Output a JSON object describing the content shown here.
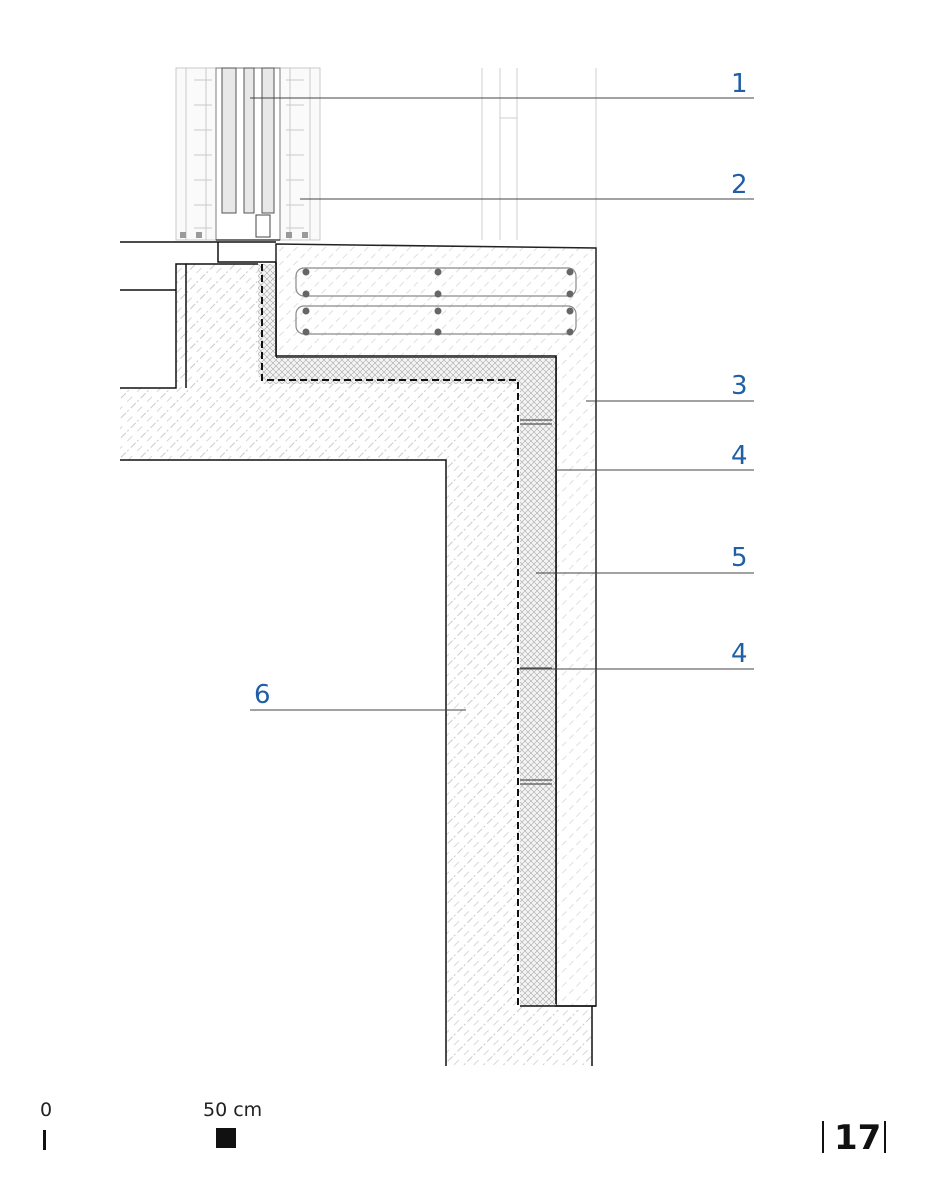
{
  "callouts": [
    {
      "label": "1"
    },
    {
      "label": "2"
    },
    {
      "label": "3"
    },
    {
      "label": "4"
    },
    {
      "label": "5"
    },
    {
      "label": "4"
    },
    {
      "label": "6"
    }
  ],
  "scale_bar": {
    "zero_label": "0",
    "end_label": "50 cm"
  },
  "page_number": "17",
  "colors": {
    "callout": "#1f5fa8",
    "line": "#222222",
    "hatch": "#b5b5b5"
  }
}
